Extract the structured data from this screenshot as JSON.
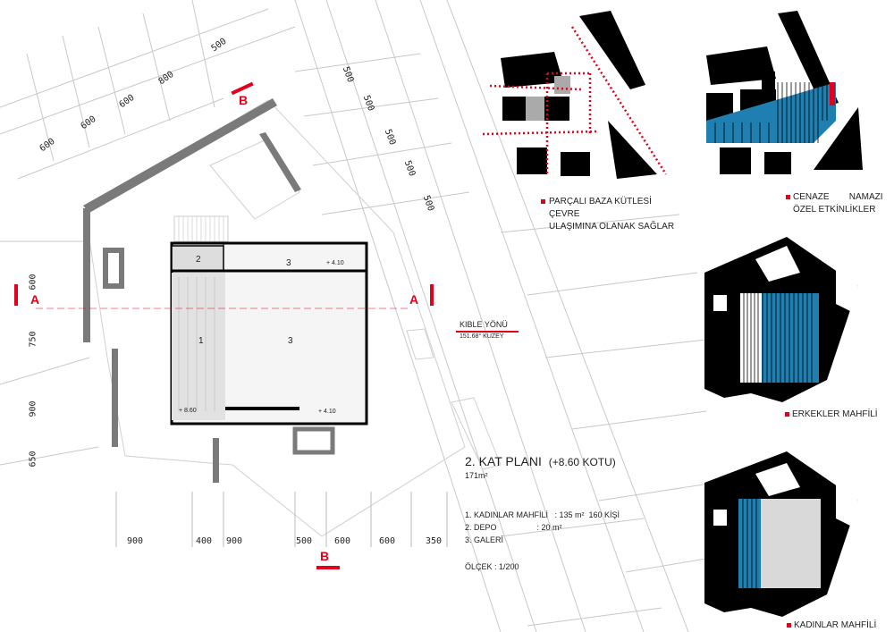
{
  "plan": {
    "title": "2. KAT PLANI",
    "level": "(+8.60 KOTU)",
    "area": "171m²",
    "program": [
      "1. KADINLAR MAHFİLİ   : 135 m²  160 KİŞİ",
      "2. DEPO                  : 20 m²",
      "3. GALERİ"
    ],
    "scale": "ÖLÇEK : 1/200",
    "qibla_title": "KIBLE YÖNÜ",
    "qibla_sub": "151.68° KUZEY",
    "room_labels": [
      "1",
      "2",
      "3",
      "3"
    ],
    "elevations": [
      "+ 8.60",
      "+ 4.10",
      "+ 4.10"
    ],
    "section_a": "A",
    "section_b": "B"
  },
  "dimensions": {
    "top_diagonal": [
      "600",
      "600",
      "600",
      "800",
      "500"
    ],
    "right_diagonal": [
      "500",
      "500",
      "500",
      "500",
      "500"
    ],
    "left_vertical": [
      "600",
      "750",
      "900",
      "650"
    ],
    "bottom": [
      "900",
      "400",
      "900",
      "500",
      "600",
      "600",
      "350"
    ]
  },
  "diagrams": [
    {
      "caption_line1": "PARÇALI BAZA KÜTLESİ ÇEVRE",
      "caption_line2": "ULAŞIMINA  OLANAK  SAĞLAR"
    },
    {
      "caption_line1": "CENAZE        NAMAZI",
      "caption_line2": "ÖZEL  ETKİNLİKLER"
    },
    {
      "caption_line1": "ERKEKLER MAHFİLİ",
      "caption_line2": ""
    },
    {
      "caption_line1": "KADINLAR MAHFİLİ",
      "caption_line2": ""
    }
  ],
  "colors": {
    "accent": "#e3001b",
    "blue": "#1e7fb0",
    "dark": "#000000",
    "wall": "#888888",
    "fill": "#eeeeee"
  }
}
